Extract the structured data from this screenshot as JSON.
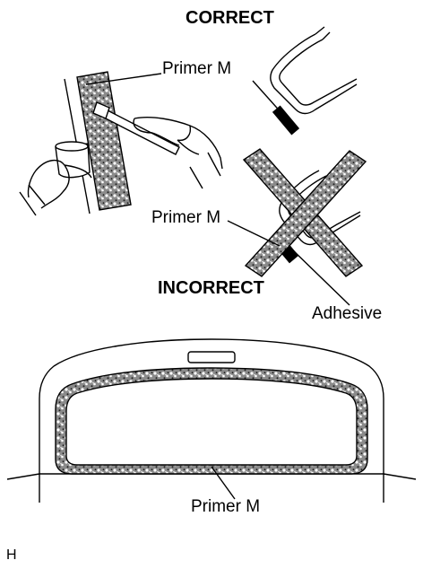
{
  "labels": {
    "correct": "CORRECT",
    "incorrect": "INCORRECT",
    "primer_top": "Primer M",
    "primer_middle": "Primer M",
    "primer_bottom": "Primer M",
    "adhesive": "Adhesive",
    "figure_code": "H"
  },
  "colors": {
    "line": "#000000",
    "background": "#ffffff",
    "texture": "#6b6b6b"
  }
}
